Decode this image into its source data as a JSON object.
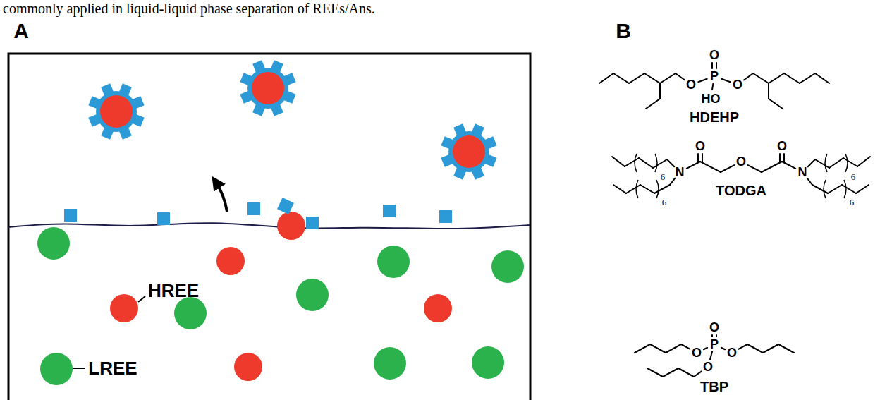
{
  "diagram": {
    "labels": [
      "commonly applied in liquid-liquid phase separation of REEs/Ans.",
      "A",
      "B",
      "HREE",
      "LREE",
      "O",
      "P",
      "O",
      "HO",
      "O",
      "HDEHP",
      "O",
      "O",
      "6",
      "N",
      "O",
      "N",
      "6",
      "6",
      "TODGA",
      "6",
      "O",
      "P",
      "O",
      "O",
      "O",
      "TBP"
    ]
  }
}
